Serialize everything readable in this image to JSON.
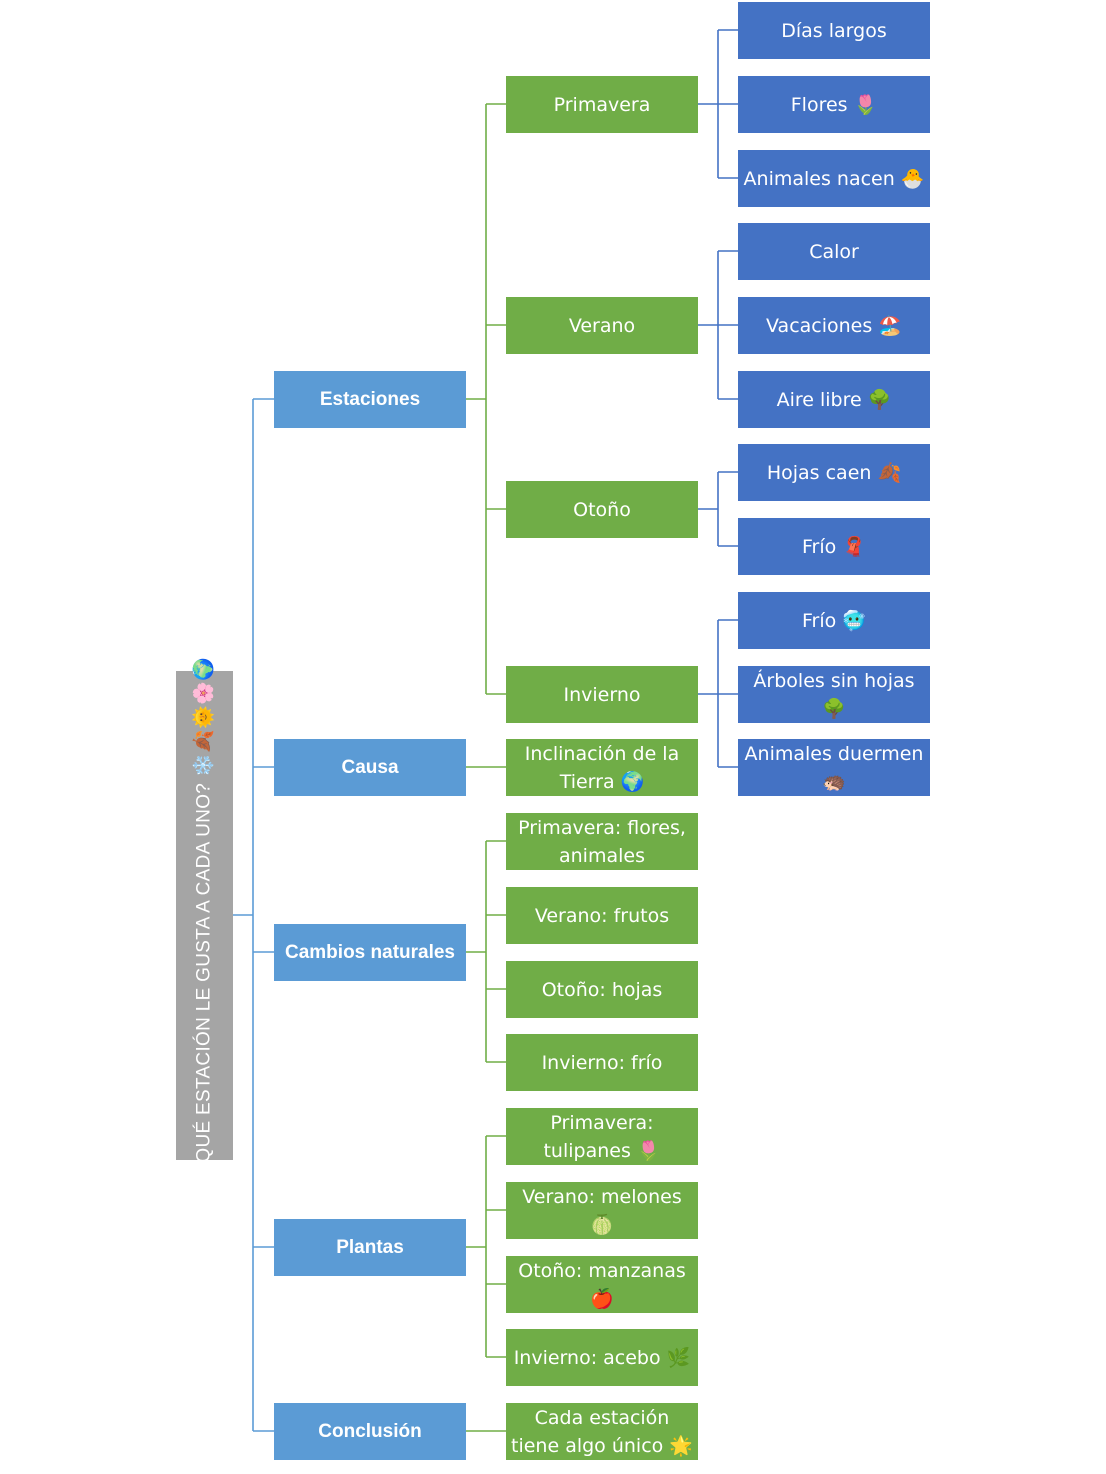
{
  "root": {
    "label": "¿QUÉ ESTACIÓN LE GUSTA A CADA UNO? ❄️🍂🌞🌸🌍"
  },
  "branches": [
    {
      "label": "Estaciones",
      "children": [
        {
          "label": "Primavera",
          "children": [
            {
              "label": "Días largos"
            },
            {
              "label": "Flores 🌷"
            },
            {
              "label": "Animales nacen 🐣"
            }
          ]
        },
        {
          "label": "Verano",
          "children": [
            {
              "label": "Calor"
            },
            {
              "label": "Vacaciones 🏖️"
            },
            {
              "label": "Aire libre 🌳"
            }
          ]
        },
        {
          "label": "Otoño",
          "children": [
            {
              "label": "Hojas caen 🍂"
            },
            {
              "label": "Frío 🧣"
            }
          ]
        },
        {
          "label": "Invierno",
          "children": [
            {
              "label": "Frío 🥶"
            },
            {
              "label": "Árboles sin hojas 🌳"
            },
            {
              "label": "Animales duermen 🦔"
            }
          ]
        }
      ]
    },
    {
      "label": "Causa",
      "children": [
        {
          "label": "Inclinación de la Tierra 🌍"
        }
      ]
    },
    {
      "label": "Cambios naturales",
      "children": [
        {
          "label": "Primavera: flores, animales"
        },
        {
          "label": "Verano: frutos"
        },
        {
          "label": "Otoño: hojas"
        },
        {
          "label": "Invierno: frío"
        }
      ]
    },
    {
      "label": "Plantas",
      "children": [
        {
          "label": "Primavera: tulipanes 🌷"
        },
        {
          "label": "Verano: melones 🍈"
        },
        {
          "label": "Otoño: manzanas 🍎"
        },
        {
          "label": "Invierno: acebo 🌿"
        }
      ]
    },
    {
      "label": "Conclusión",
      "children": [
        {
          "label": "Cada estación tiene algo único 🌟"
        }
      ]
    }
  ],
  "colors": {
    "root": "#a5a5a5",
    "branch": "#5b9bd5",
    "green": "#70ad47",
    "blue": "#4472c4"
  }
}
